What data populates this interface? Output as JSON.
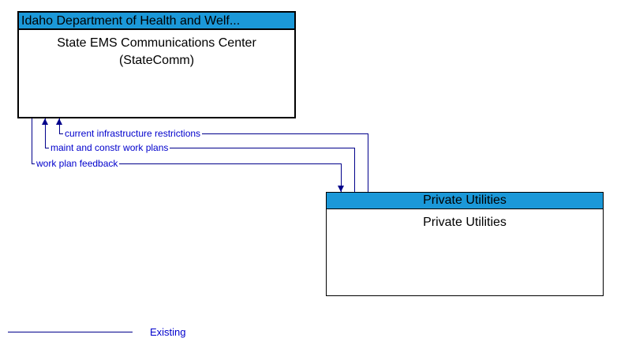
{
  "diagram": {
    "boxes": [
      {
        "name": "StateComm",
        "header": "Idaho Department of Health and Welf...",
        "body_lines": [
          "State EMS Communications Center",
          "(StateComm)"
        ]
      },
      {
        "name": "Private Utilities",
        "header": "Private Utilities",
        "body_lines": [
          "Private Utilities"
        ]
      }
    ],
    "flows": [
      {
        "label": "current infrastructure restrictions",
        "from": "Private Utilities",
        "to": "State EMS Communications Center (StateComm)"
      },
      {
        "label": "maint and constr work plans",
        "from": "Private Utilities",
        "to": "State EMS Communications Center (StateComm)"
      },
      {
        "label": "work plan feedback",
        "from": "State EMS Communications Center (StateComm)",
        "to": "Private Utilities"
      }
    ],
    "legend": {
      "existing_label": "Existing"
    }
  },
  "colors": {
    "header_bg": "#1b98d8",
    "box_border": "#000000",
    "connector_line": "#00008b",
    "flow_label_text": "#0000cc",
    "legend_text": "#0000cc"
  }
}
